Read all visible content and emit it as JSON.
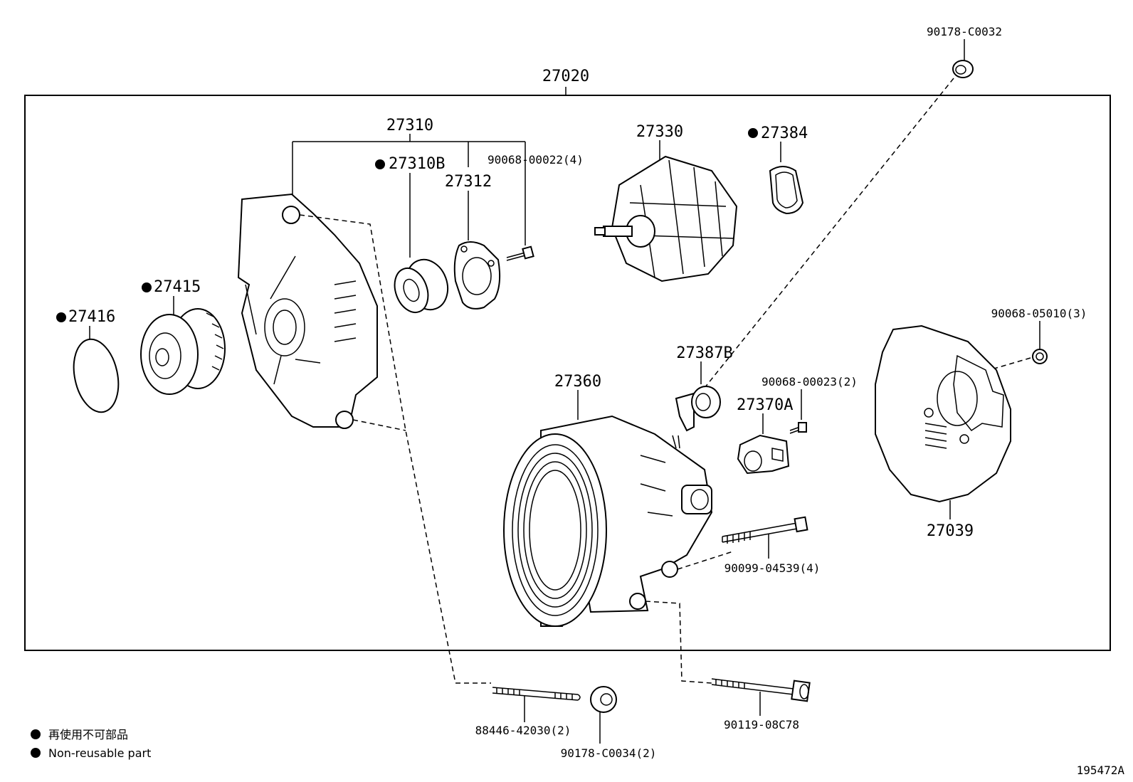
{
  "assembly": {
    "number": "27020"
  },
  "parts": {
    "p27310": "27310",
    "p27310B": "27310B",
    "p27312": "27312",
    "p90068_00022": "90068-00022(4)",
    "p27330": "27330",
    "p27384": "27384",
    "p27415": "27415",
    "p27416": "27416",
    "p27387B": "27387B",
    "p90068_00023": "90068-00023(2)",
    "p27370A": "27370A",
    "p27360": "27360",
    "p90068_05010": "90068-05010(3)",
    "p27039": "27039",
    "p90099_04539": "90099-04539(4)",
    "p90178_C0032": "90178-C0032",
    "p88446_42030": "88446-42030(2)",
    "p90178_C0034": "90178-C0034(2)",
    "p90119_08C78": "90119-08C78"
  },
  "legend": {
    "jp": "再使用不可部品",
    "en": "Non-reusable part"
  },
  "figure_code": "195472A"
}
